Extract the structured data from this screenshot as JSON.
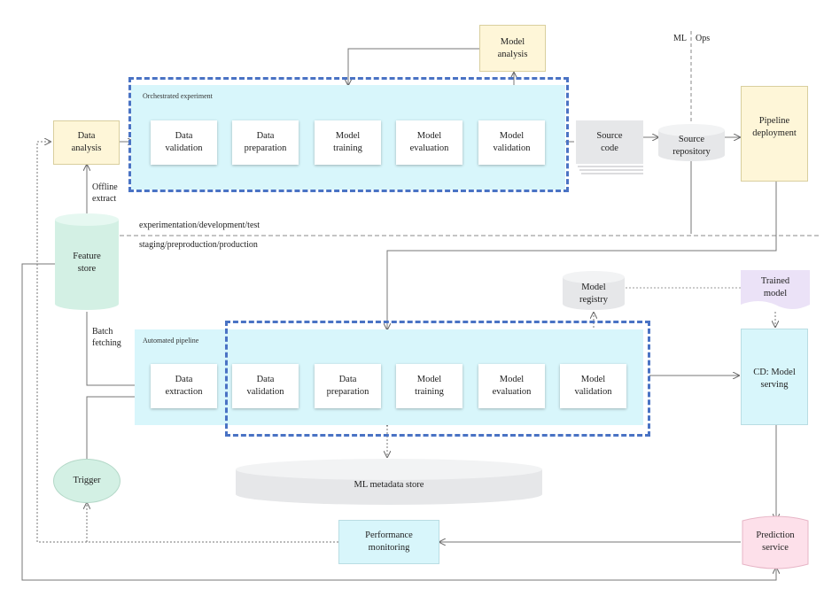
{
  "labels": {
    "ml": "ML",
    "ops": "Ops",
    "orchestrated_experiment": "Orchestrated experiment",
    "automated_pipeline": "Automated pipeline",
    "offline_extract": "Offline\nextract",
    "batch_fetching": "Batch\nfetching",
    "env_top": "experimentation/development/test",
    "env_bottom": "staging/preproduction/production"
  },
  "nodes": {
    "model_analysis_top": "Model\nanalysis",
    "data_analysis": "Data\nanalysis",
    "exp_data_validation": "Data\nvalidation",
    "exp_data_preparation": "Data\npreparation",
    "exp_model_training": "Model\ntraining",
    "exp_model_evaluation": "Model\nevaluation",
    "exp_model_validation": "Model\nvalidation",
    "source_code": "Source\ncode",
    "source_repository": "Source\nrepository",
    "pipeline_deployment": "Pipeline\ndeployment",
    "feature_store": "Feature\nstore",
    "model_registry": "Model\nregistry",
    "trained_model": "Trained\nmodel",
    "data_extraction": "Data\nextraction",
    "auto_data_validation": "Data\nvalidation",
    "auto_data_preparation": "Data\npreparation",
    "auto_model_training": "Model\ntraining",
    "auto_model_evaluation": "Model\nevaluation",
    "auto_model_validation": "Model\nvalidation",
    "cd_model_serving": "CD: Model\nserving",
    "ml_metadata_store": "ML metadata store",
    "trigger": "Trigger",
    "performance_monitoring": "Performance\nmonitoring",
    "prediction_service": "Prediction\nservice"
  },
  "colors": {
    "dashed_border": "#4a73c4",
    "cyan_fill": "#d8f6fb",
    "yellow_fill": "#fef6d8",
    "green_fill": "#d3f0e4",
    "pink_fill": "#fde0ea",
    "lavender_fill": "#ebe2f7",
    "gray_fill": "#e6e7e9",
    "line": "#777777"
  }
}
